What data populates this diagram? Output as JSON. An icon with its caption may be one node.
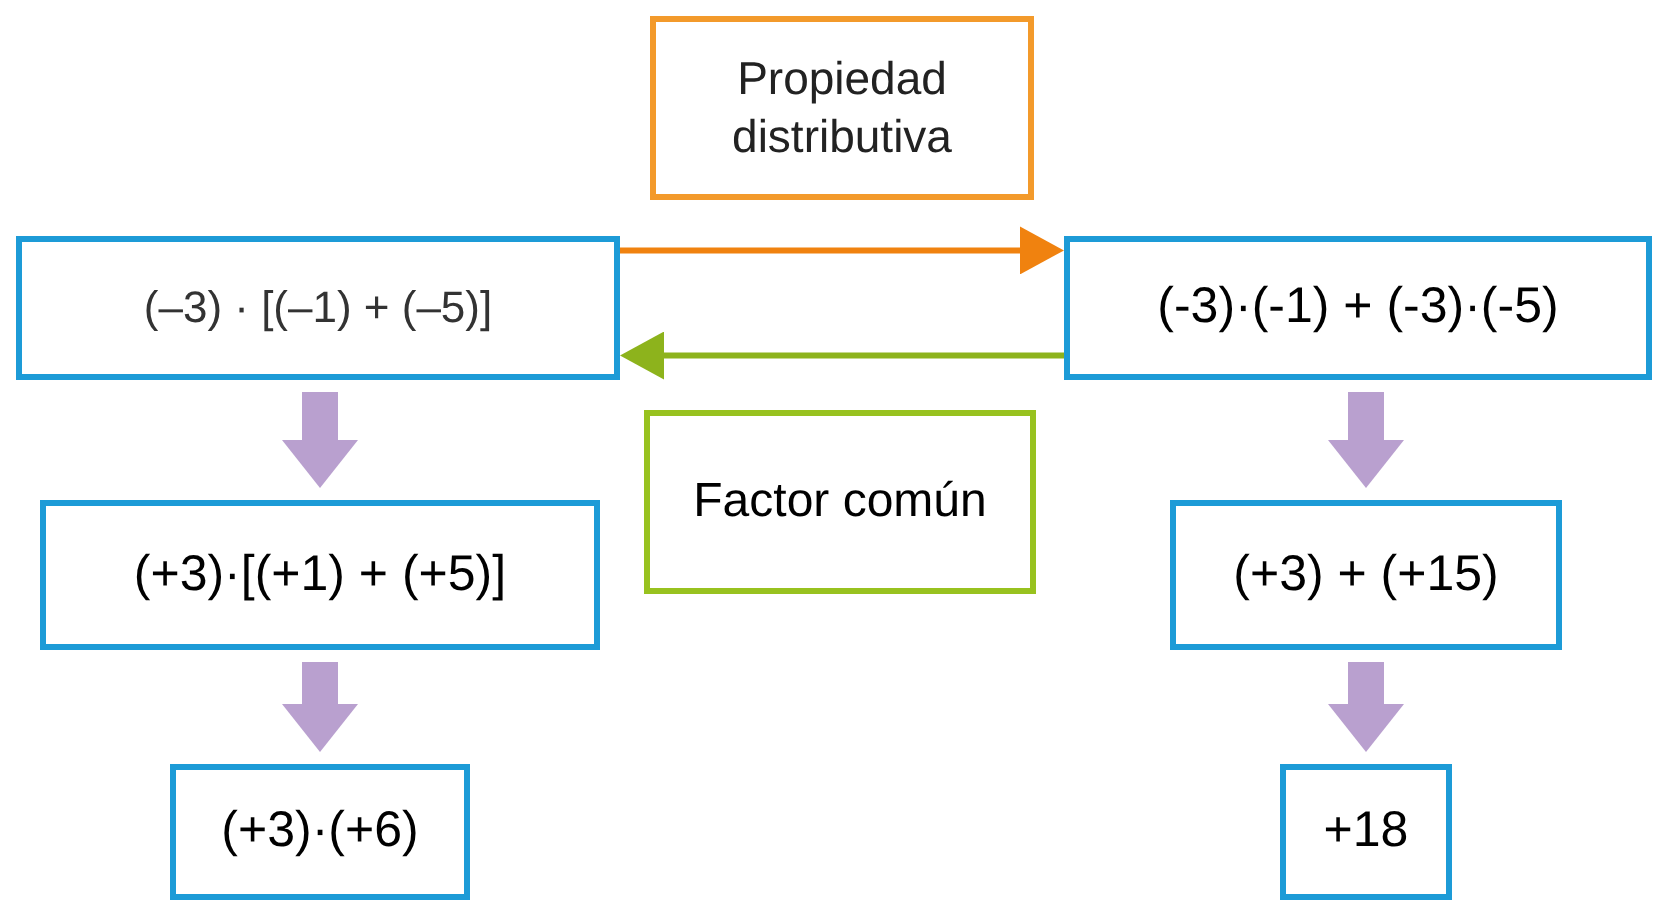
{
  "diagram": {
    "nodes": [
      {
        "text": [
          "Propiedad distributiva"
        ]
      },
      {
        "text": [
          "(–3) · [(–1) + (–5)]"
        ]
      },
      {
        "text": [
          "(-3)·(-1) + (-3)·(-5)"
        ]
      },
      {
        "text": [
          "Factor común"
        ]
      },
      {
        "text": [
          "(+3)·[(+1) + (+5)]"
        ]
      },
      {
        "text": [
          "(+3) + (+15)"
        ]
      },
      {
        "text": [
          "(+3)·(+6)"
        ]
      },
      {
        "text": [
          "+18"
        ]
      }
    ],
    "edges": [
      {
        "from": 1,
        "to": 2,
        "arrow": "to",
        "color": "#f0820f"
      },
      {
        "from": 2,
        "to": 1,
        "arrow": "to",
        "color": "#8db31c"
      },
      {
        "from": 1,
        "to": 4,
        "arrow": "to"
      },
      {
        "from": 4,
        "to": 6,
        "arrow": "to"
      },
      {
        "from": 2,
        "to": 5,
        "arrow": "to"
      },
      {
        "from": 5,
        "to": 7,
        "arrow": "to"
      }
    ]
  }
}
